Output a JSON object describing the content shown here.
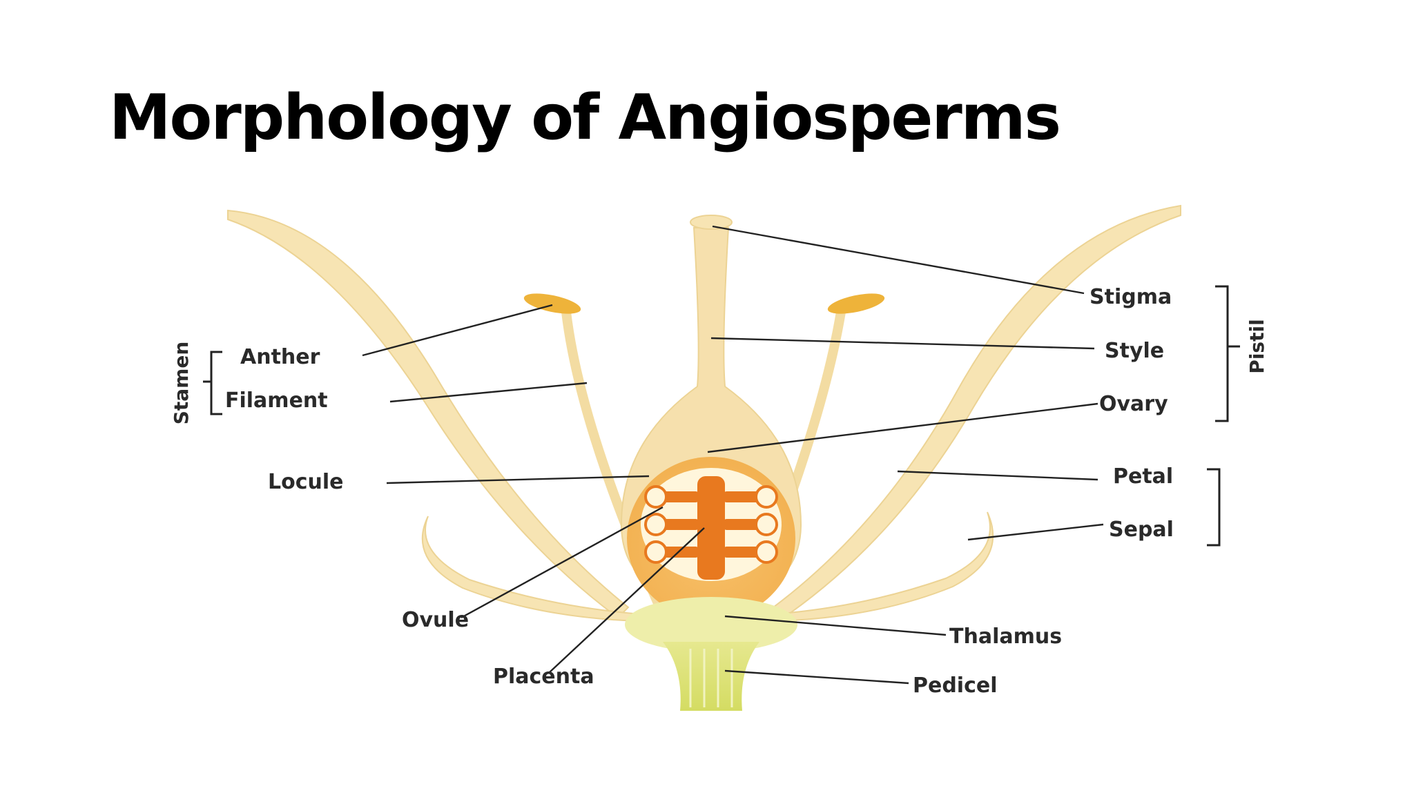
{
  "title": "Morphology of Angiosperms",
  "labels": {
    "anther": "Anther",
    "filament": "Filament",
    "locule": "Locule",
    "ovule": "Ovule",
    "placenta": "Placenta",
    "stigma": "Stigma",
    "style": "Style",
    "ovary": "Ovary",
    "petal": "Petal",
    "sepal": "Sepal",
    "thalamus": "Thalamus",
    "pedicel": "Pedicel"
  },
  "groups": {
    "stamen": "Stamen",
    "pistil": "Pistil"
  },
  "colors": {
    "petal": "#f7e4b3",
    "petal_edge": "#ecd394",
    "ovary": "#f3b65f",
    "ovary_core": "#e8791f",
    "ovule": "#fff6dc",
    "thalamus": "#eeeeaa",
    "pedicel": "#d9e07a",
    "anther": "#eeb33a"
  }
}
